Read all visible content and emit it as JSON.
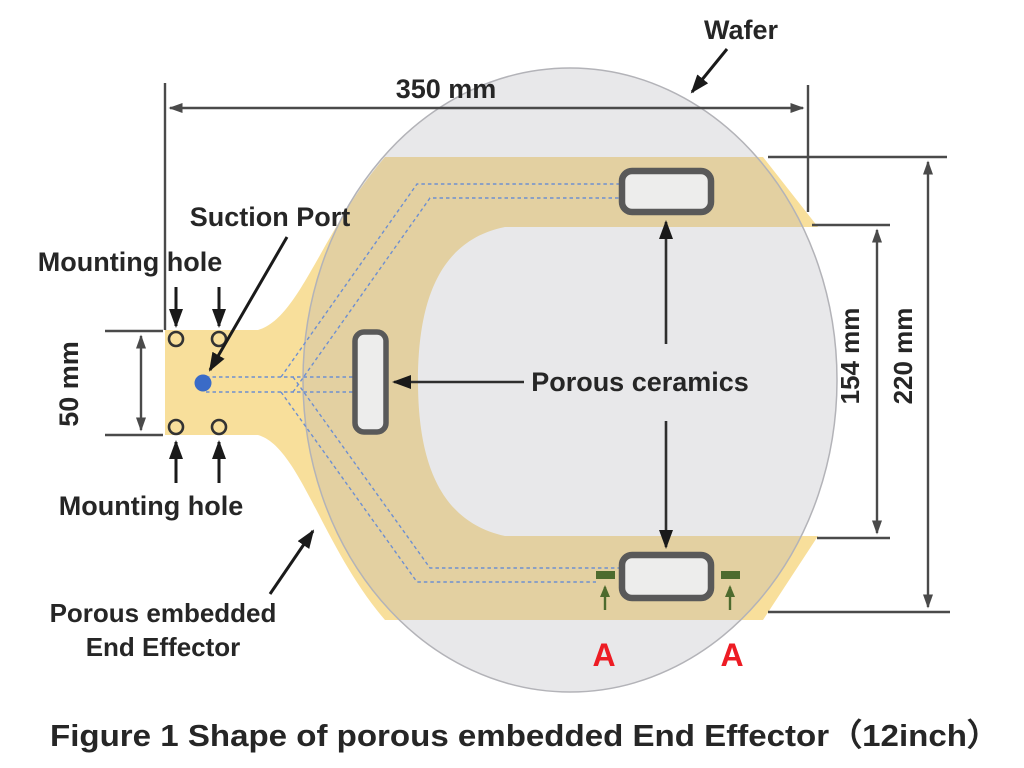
{
  "figure": {
    "caption": "Figure 1  Shape of porous embedded End Effector（12inch）"
  },
  "labels": {
    "wafer": "Wafer",
    "suction_port": "Suction Port",
    "mounting_hole_top": "Mounting hole",
    "mounting_hole_bottom": "Mounting hole",
    "porous_ceramics": "Porous ceramics",
    "porous_embedded_line1": "Porous embedded",
    "porous_embedded_line2": "End Effector",
    "section_a_left": "A",
    "section_a_right": "A"
  },
  "dimensions": {
    "total_length": "350 mm",
    "handle_width": "50 mm",
    "inner_span": "154 mm",
    "outer_span": "220 mm"
  },
  "colors": {
    "effector_yellow": "#F8DF9B",
    "wafer_gray": "#E9E9EB",
    "porous_pocket_border": "#595959",
    "porous_pocket_fill": "#EDEDEC",
    "vacuum_channel_blue": "#6E8FD0",
    "suction_port_blue": "#3A6BC7",
    "section_marker_green": "#4D6B2E",
    "section_letter_red": "#ED1C24",
    "dimension_gray": "#4a4a4a"
  }
}
